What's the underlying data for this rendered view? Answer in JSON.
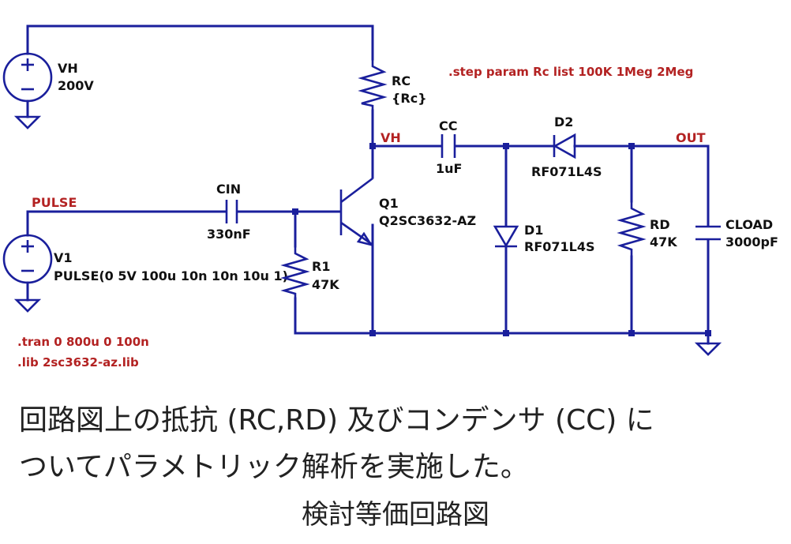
{
  "schematic": {
    "components": {
      "vh": {
        "ref": "VH",
        "value": "200V"
      },
      "rc": {
        "ref": "RC",
        "value": "{Rc}"
      },
      "cc": {
        "ref": "CC",
        "value": "1uF"
      },
      "d2": {
        "ref": "D2",
        "value": "RF071L4S"
      },
      "cin": {
        "ref": "CIN",
        "value": "330nF"
      },
      "q1": {
        "ref": "Q1",
        "value": "Q2SC3632-AZ"
      },
      "d1": {
        "ref": "D1",
        "value": "RF071L4S"
      },
      "rd": {
        "ref": "RD",
        "value": "47K"
      },
      "cload": {
        "ref": "CLOAD",
        "value": "3000pF"
      },
      "v1": {
        "ref": "V1",
        "value": "PULSE(0 5V 100u 10n 10n 10u 1)"
      },
      "r1": {
        "ref": "R1",
        "value": "47K"
      }
    },
    "nets": {
      "pulse": "PULSE",
      "vh": "VH",
      "out": "OUT"
    },
    "directives": {
      "step": ".step param Rc list 100K 1Meg 2Meg",
      "tran": ".tran 0 800u 0 100n",
      "lib": ".lib 2sc3632-az.lib"
    },
    "colors": {
      "wire": "#1a1f9c",
      "net_label": "#b32222",
      "text": "#111111"
    }
  },
  "captions": {
    "line1": "回路図上の抵抗 (RC,RD) 及びコンデンサ (CC) に",
    "line2": "ついてパラメトリック解析を実施した。",
    "title": "検討等価回路図"
  }
}
